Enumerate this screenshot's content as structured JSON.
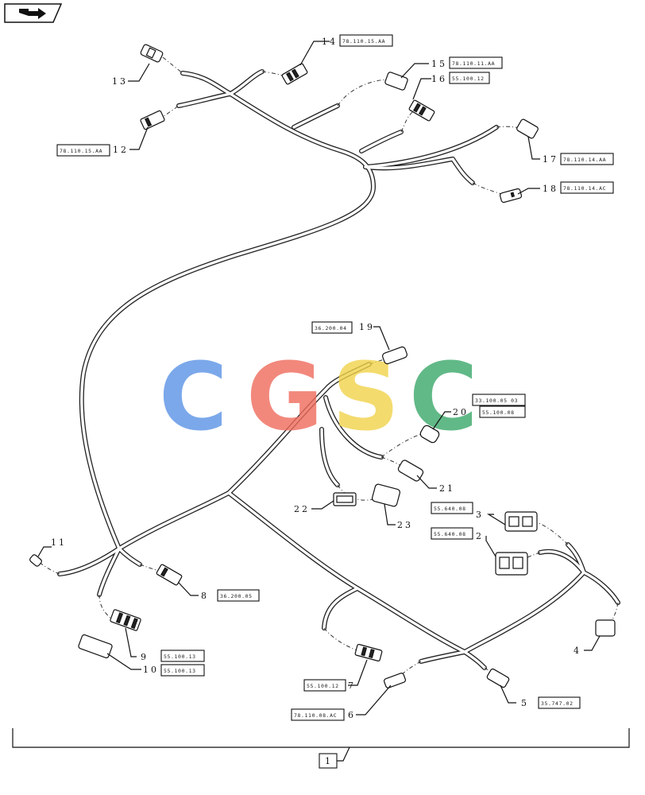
{
  "colors": {
    "line": "#222222",
    "wm_c1": "#5b93e6",
    "wm_g": "#ef6b5c",
    "wm_s": "#f1d34a",
    "wm_c2": "#3aa86a"
  },
  "icon": {
    "name": "next-page-arrow-icon"
  },
  "watermark": {
    "letters": [
      "C",
      "G",
      "S",
      "C"
    ]
  },
  "callouts": {
    "c1": {
      "num": "1",
      "ref": ""
    },
    "c2": {
      "num": "2",
      "ref": "55.640.08"
    },
    "c3": {
      "num": "3",
      "ref": "55.640.08"
    },
    "c4": {
      "num": "4",
      "ref": ""
    },
    "c5": {
      "num": "5",
      "ref": "35.747.02"
    },
    "c6": {
      "num": "6",
      "ref": "78.110.08.AC"
    },
    "c7": {
      "num": "7",
      "ref": "55.100.12"
    },
    "c8": {
      "num": "8",
      "ref": "36.200.05"
    },
    "c9": {
      "num": "9",
      "ref": "55.100.13"
    },
    "c10": {
      "num": "10",
      "ref": "55.100.13"
    },
    "c11": {
      "num": "11",
      "ref": ""
    },
    "c12": {
      "num": "12",
      "ref": "78.110.15.AA"
    },
    "c13": {
      "num": "13",
      "ref": ""
    },
    "c14": {
      "num": "14",
      "ref": "78.110.15.AA"
    },
    "c15": {
      "num": "15",
      "ref": "78.110.11.AA"
    },
    "c16": {
      "num": "16",
      "ref": "55.100.12"
    },
    "c17": {
      "num": "17",
      "ref": "78.110.14.AA"
    },
    "c18": {
      "num": "18",
      "ref": "78.110.14.AC"
    },
    "c19": {
      "num": "19",
      "ref": "36.200.04"
    },
    "c20": {
      "num": "20",
      "ref": "33.100.05 03",
      "ref2": "55.100.08"
    },
    "c21": {
      "num": "21",
      "ref": ""
    },
    "c22": {
      "num": "22",
      "ref": ""
    },
    "c23": {
      "num": "23",
      "ref": ""
    }
  }
}
